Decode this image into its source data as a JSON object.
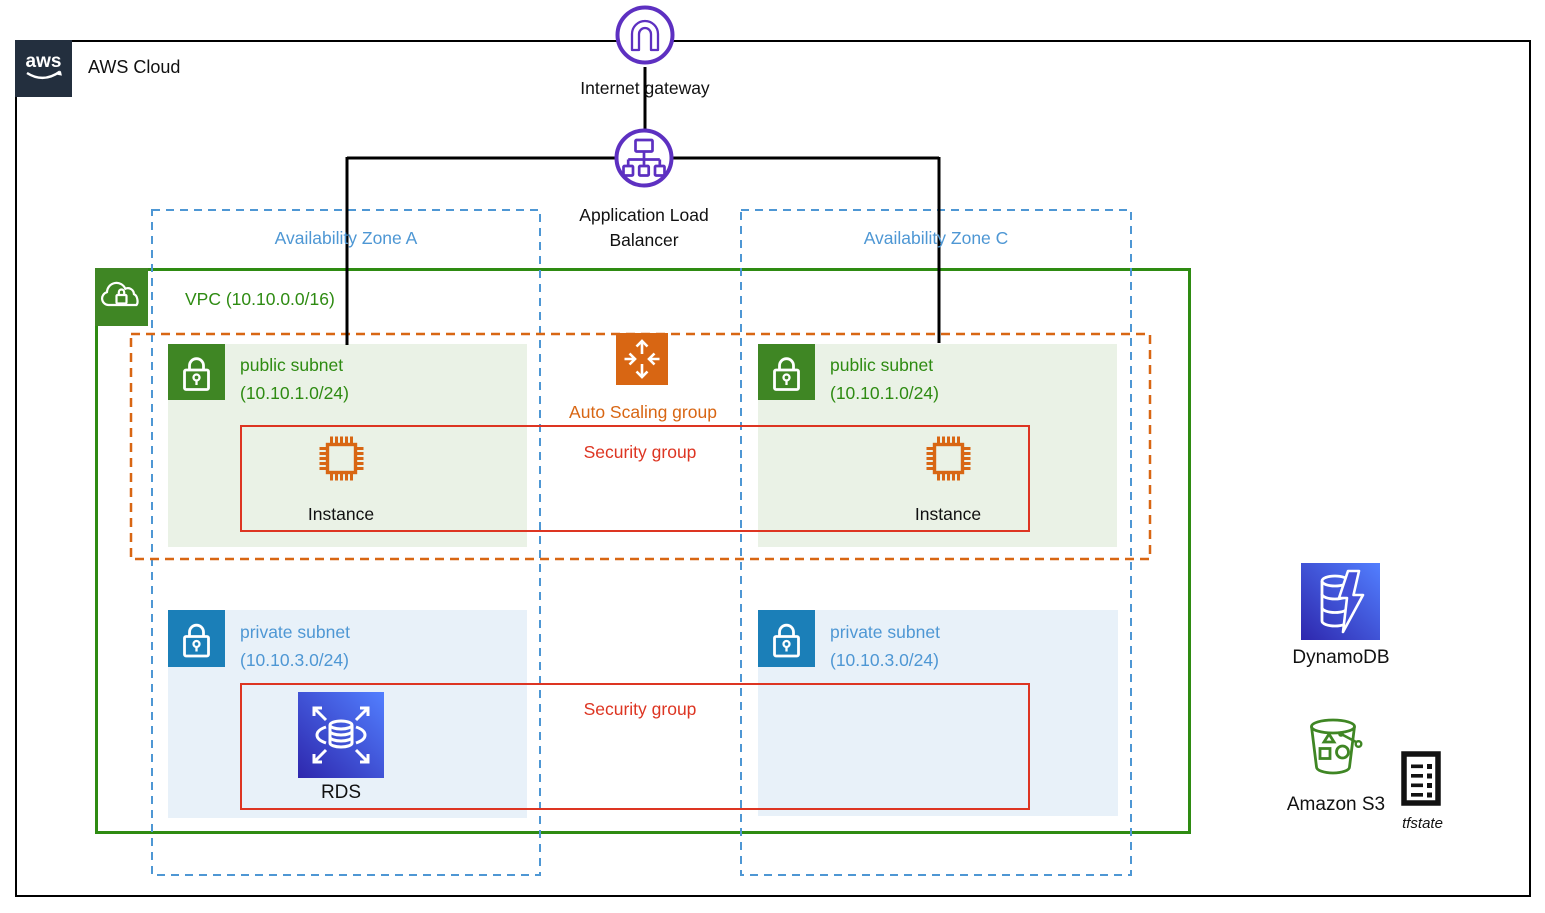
{
  "aws_cloud": {
    "logo": "aws",
    "label": "AWS Cloud"
  },
  "internet_gateway": {
    "label": "Internet gateway",
    "icon": "internet-gateway-icon"
  },
  "load_balancer": {
    "label": "Application Load Balancer",
    "icon": "load-balancer-icon"
  },
  "vpc": {
    "label": "VPC (10.10.0.0/16)",
    "icon": "vpc-cloud-lock-icon"
  },
  "availability_zones": [
    {
      "label": "Availability Zone A"
    },
    {
      "label": "Availability Zone C"
    }
  ],
  "auto_scaling_group": {
    "label": "Auto Scaling group",
    "icon": "auto-scaling-icon"
  },
  "security_groups": {
    "public_tier": "Security group",
    "private_tier": "Security group"
  },
  "subnets": {
    "public_a": {
      "name": "public subnet",
      "cidr": "(10.10.1.0/24)",
      "icon": "public-subnet-lock-icon"
    },
    "public_c": {
      "name": "public subnet",
      "cidr": "(10.10.1.0/24)",
      "icon": "public-subnet-lock-icon"
    },
    "private_a": {
      "name": "private subnet",
      "cidr": "(10.10.3.0/24)",
      "icon": "private-subnet-lock-icon"
    },
    "private_c": {
      "name": "private subnet",
      "cidr": "(10.10.3.0/24)",
      "icon": "private-subnet-lock-icon"
    }
  },
  "instances": {
    "zone_a": "Instance",
    "zone_c": "Instance",
    "icon": "ec2-instance-chip-icon"
  },
  "rds": {
    "label": "RDS",
    "icon": "rds-database-icon"
  },
  "dynamodb": {
    "label": "DynamoDB",
    "icon": "dynamodb-icon"
  },
  "s3": {
    "label": "Amazon S3",
    "object": "tfstate",
    "icon": "s3-bucket-icon",
    "object_icon": "tfstate-document-icon"
  },
  "colors": {
    "purple": "#5D30C1",
    "line_black": "#000000",
    "green_border": "#2E8B12",
    "green_icon_bg": "#3F8624",
    "public_subnet_bg": "#EAF2E6",
    "orange": "#D86613",
    "red": "#DD3522",
    "az_blue": "#4E97D4",
    "private_icon_bg": "#1B7FB8",
    "private_subnet_bg": "#E8F1F9",
    "db_gradient_start": "#2E27AD",
    "db_gradient_end": "#527FFF",
    "s3_green": "#3F8624",
    "aws_navy": "#232F3E"
  }
}
